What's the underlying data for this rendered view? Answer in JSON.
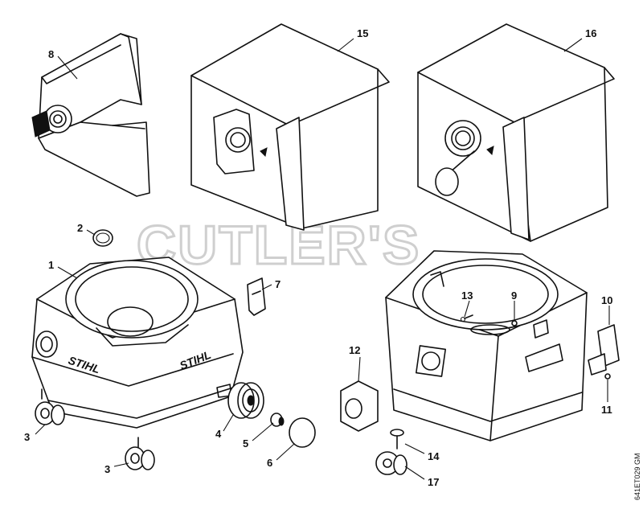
{
  "watermark": "CUTLER'S",
  "drawing_code": "641ET029 GM",
  "brand_text": "STIHL",
  "callouts": [
    "1",
    "2",
    "3",
    "3",
    "4",
    "5",
    "6",
    "7",
    "8",
    "9",
    "10",
    "11",
    "12",
    "13",
    "14",
    "15",
    "16",
    "17"
  ]
}
